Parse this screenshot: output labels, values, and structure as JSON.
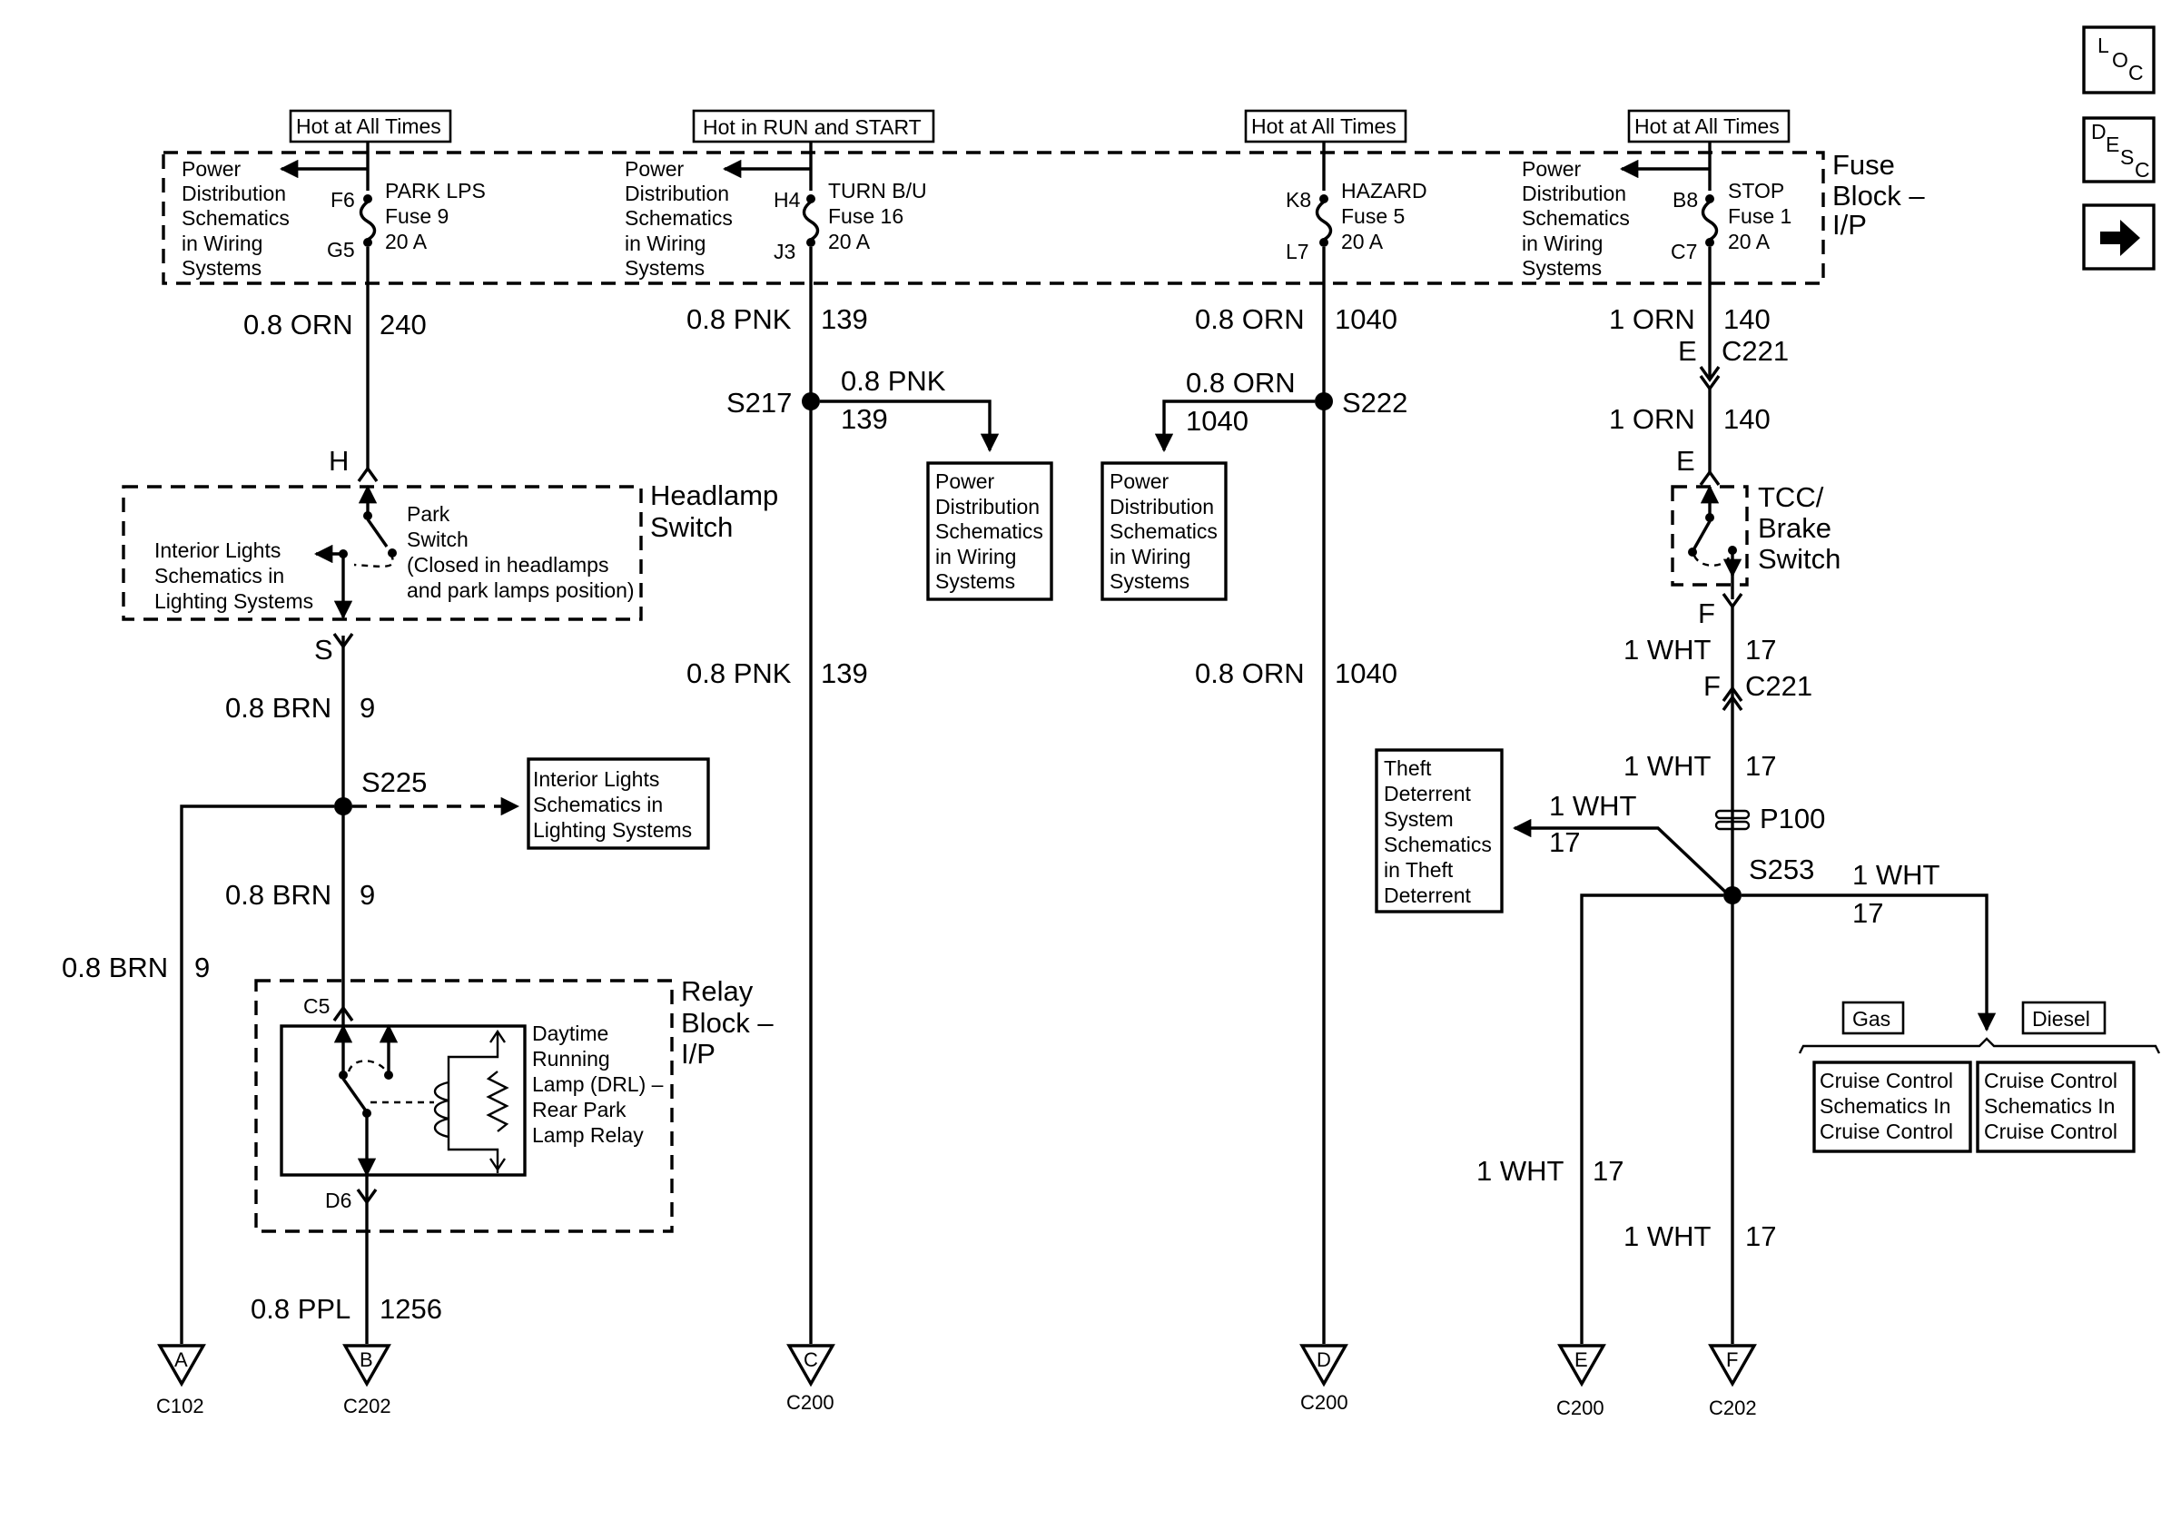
{
  "nav": {
    "loc": {
      "l": "L",
      "o": "O",
      "c": "C"
    },
    "desc": {
      "d": "D",
      "e": "E",
      "s": "S",
      "c": "C"
    }
  },
  "headers": {
    "hot_all_1": "Hot at All Times",
    "hot_run_start": "Hot in RUN and START",
    "hot_all_2": "Hot at All Times",
    "hot_all_3": "Hot at All Times"
  },
  "fuse_block": {
    "line1": "Fuse",
    "line2": "Block –",
    "line3": "I/P"
  },
  "pds": {
    "l1": "Power",
    "l2": "Distribution",
    "l3": "Schematics",
    "l4": "in Wiring",
    "l5": "Systems"
  },
  "fuses": {
    "park": {
      "in": "F6",
      "out": "G5",
      "name": "PARK LPS",
      "fuse": "Fuse 9",
      "amps": "20 A"
    },
    "turn": {
      "in": "H4",
      "out": "J3",
      "name": "TURN B/U",
      "fuse": "Fuse 16",
      "amps": "20 A"
    },
    "hazard": {
      "in": "K8",
      "out": "L7",
      "name": "HAZARD",
      "fuse": "Fuse 5",
      "amps": "20 A"
    },
    "stop": {
      "in": "B8",
      "out": "C7",
      "name": "STOP",
      "fuse": "Fuse 1",
      "amps": "20 A"
    }
  },
  "wires": {
    "orn_08": "0.8 ORN",
    "c240": "240",
    "pnk_08": "0.8 PNK",
    "c139": "139",
    "c1040": "1040",
    "orn_1": "1 ORN",
    "c140": "140",
    "brn_08": "0.8 BRN",
    "c9": "9",
    "ppl_08": "0.8 PPL",
    "c1256": "1256",
    "wht_1": "1 WHT",
    "c17": "17"
  },
  "splices": {
    "s217": "S217",
    "s222": "S222",
    "s225": "S225",
    "s253": "S253"
  },
  "connectors": {
    "h": "H",
    "s": "S",
    "e": "E",
    "f": "F",
    "c221": "C221",
    "p100": "P100",
    "c5": "C5",
    "d6": "D6",
    "c102": "C102",
    "c202": "C202",
    "c200": "C200"
  },
  "headlamp_switch": {
    "title1": "Headlamp",
    "title2": "Switch",
    "int1": "Interior Lights",
    "int2": "Schematics in",
    "int3": "Lighting Systems",
    "park1": "Park",
    "park2": "Switch",
    "park3": "(Closed in headlamps",
    "park4": "and park lamps position)"
  },
  "interior_box": {
    "l1": "Interior Lights",
    "l2": "Schematics in",
    "l3": "Lighting Systems"
  },
  "relay_block": {
    "title1": "Relay",
    "title2": "Block –",
    "title3": "I/P",
    "r1": "Daytime",
    "r2": "Running",
    "r3": "Lamp (DRL) –",
    "r4": "Rear Park",
    "r5": "Lamp Relay"
  },
  "tcc_switch": {
    "l1": "TCC/",
    "l2": "Brake",
    "l3": "Switch"
  },
  "theft_box": {
    "l1": "Theft",
    "l2": "Deterrent",
    "l3": "System",
    "l4": "Schematics",
    "l5": "in Theft",
    "l6": "Deterrent"
  },
  "cruise": {
    "gas": "Gas",
    "diesel": "Diesel",
    "l1": "Cruise Control",
    "l2": "Schematics In",
    "l3": "Cruise Control"
  },
  "terminals": {
    "a": "A",
    "b": "B",
    "c": "C",
    "d": "D",
    "e": "E",
    "f": "F"
  }
}
